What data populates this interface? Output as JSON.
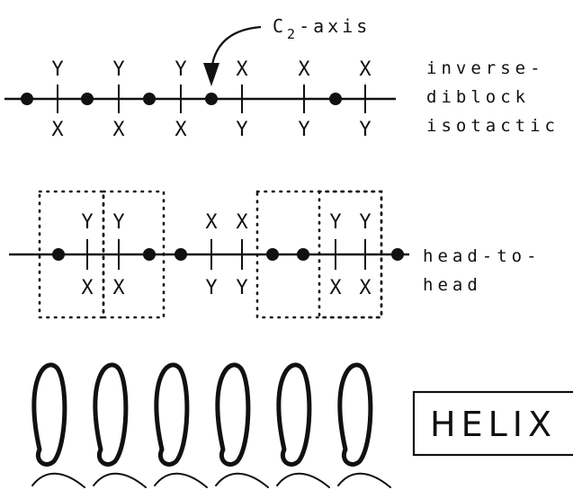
{
  "diagram": {
    "c2_axis_label": {
      "main": "C",
      "subscript": "2",
      "rest": "-axis"
    },
    "row1": {
      "top_letters": [
        "Y",
        "Y",
        "Y",
        "X",
        "X",
        "X"
      ],
      "bottom_letters": [
        "X",
        "X",
        "X",
        "Y",
        "Y",
        "Y"
      ],
      "label_lines": [
        "inverse-",
        "diblock",
        "isotactic"
      ]
    },
    "row2": {
      "top_letters": [
        "Y",
        "Y",
        "X",
        "X",
        "Y",
        "Y"
      ],
      "bottom_letters": [
        "X",
        "X",
        "Y",
        "Y",
        "X",
        "X"
      ],
      "label_lines": [
        "head-to-",
        "head"
      ]
    },
    "helix_label": "HELIX"
  }
}
